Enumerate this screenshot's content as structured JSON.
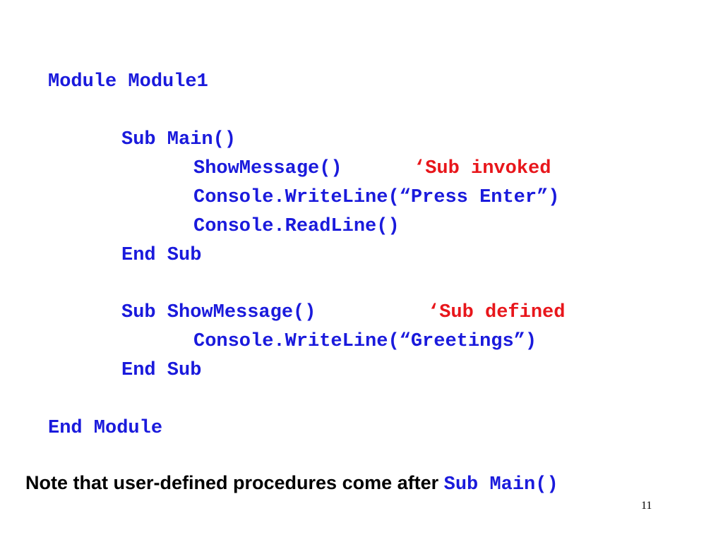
{
  "code": {
    "lines": [
      "Module Module1",
      "Sub Main()",
      "ShowMessage()",
      "Console.WriteLine(“Press Enter”)",
      "Console.ReadLine()",
      "End Sub",
      "Sub ShowMessage()",
      "Console.WriteLine(“Greetings”)",
      "End Sub",
      "End Module"
    ],
    "comments": [
      "‘Sub invoked",
      "‘Sub defined"
    ]
  },
  "note": {
    "text": "Note that user-defined procedures come after ",
    "code": "Sub Main()"
  },
  "page_number": "11",
  "colors": {
    "code": "#1a1adc",
    "comment": "#e8161b",
    "text": "#000000"
  }
}
